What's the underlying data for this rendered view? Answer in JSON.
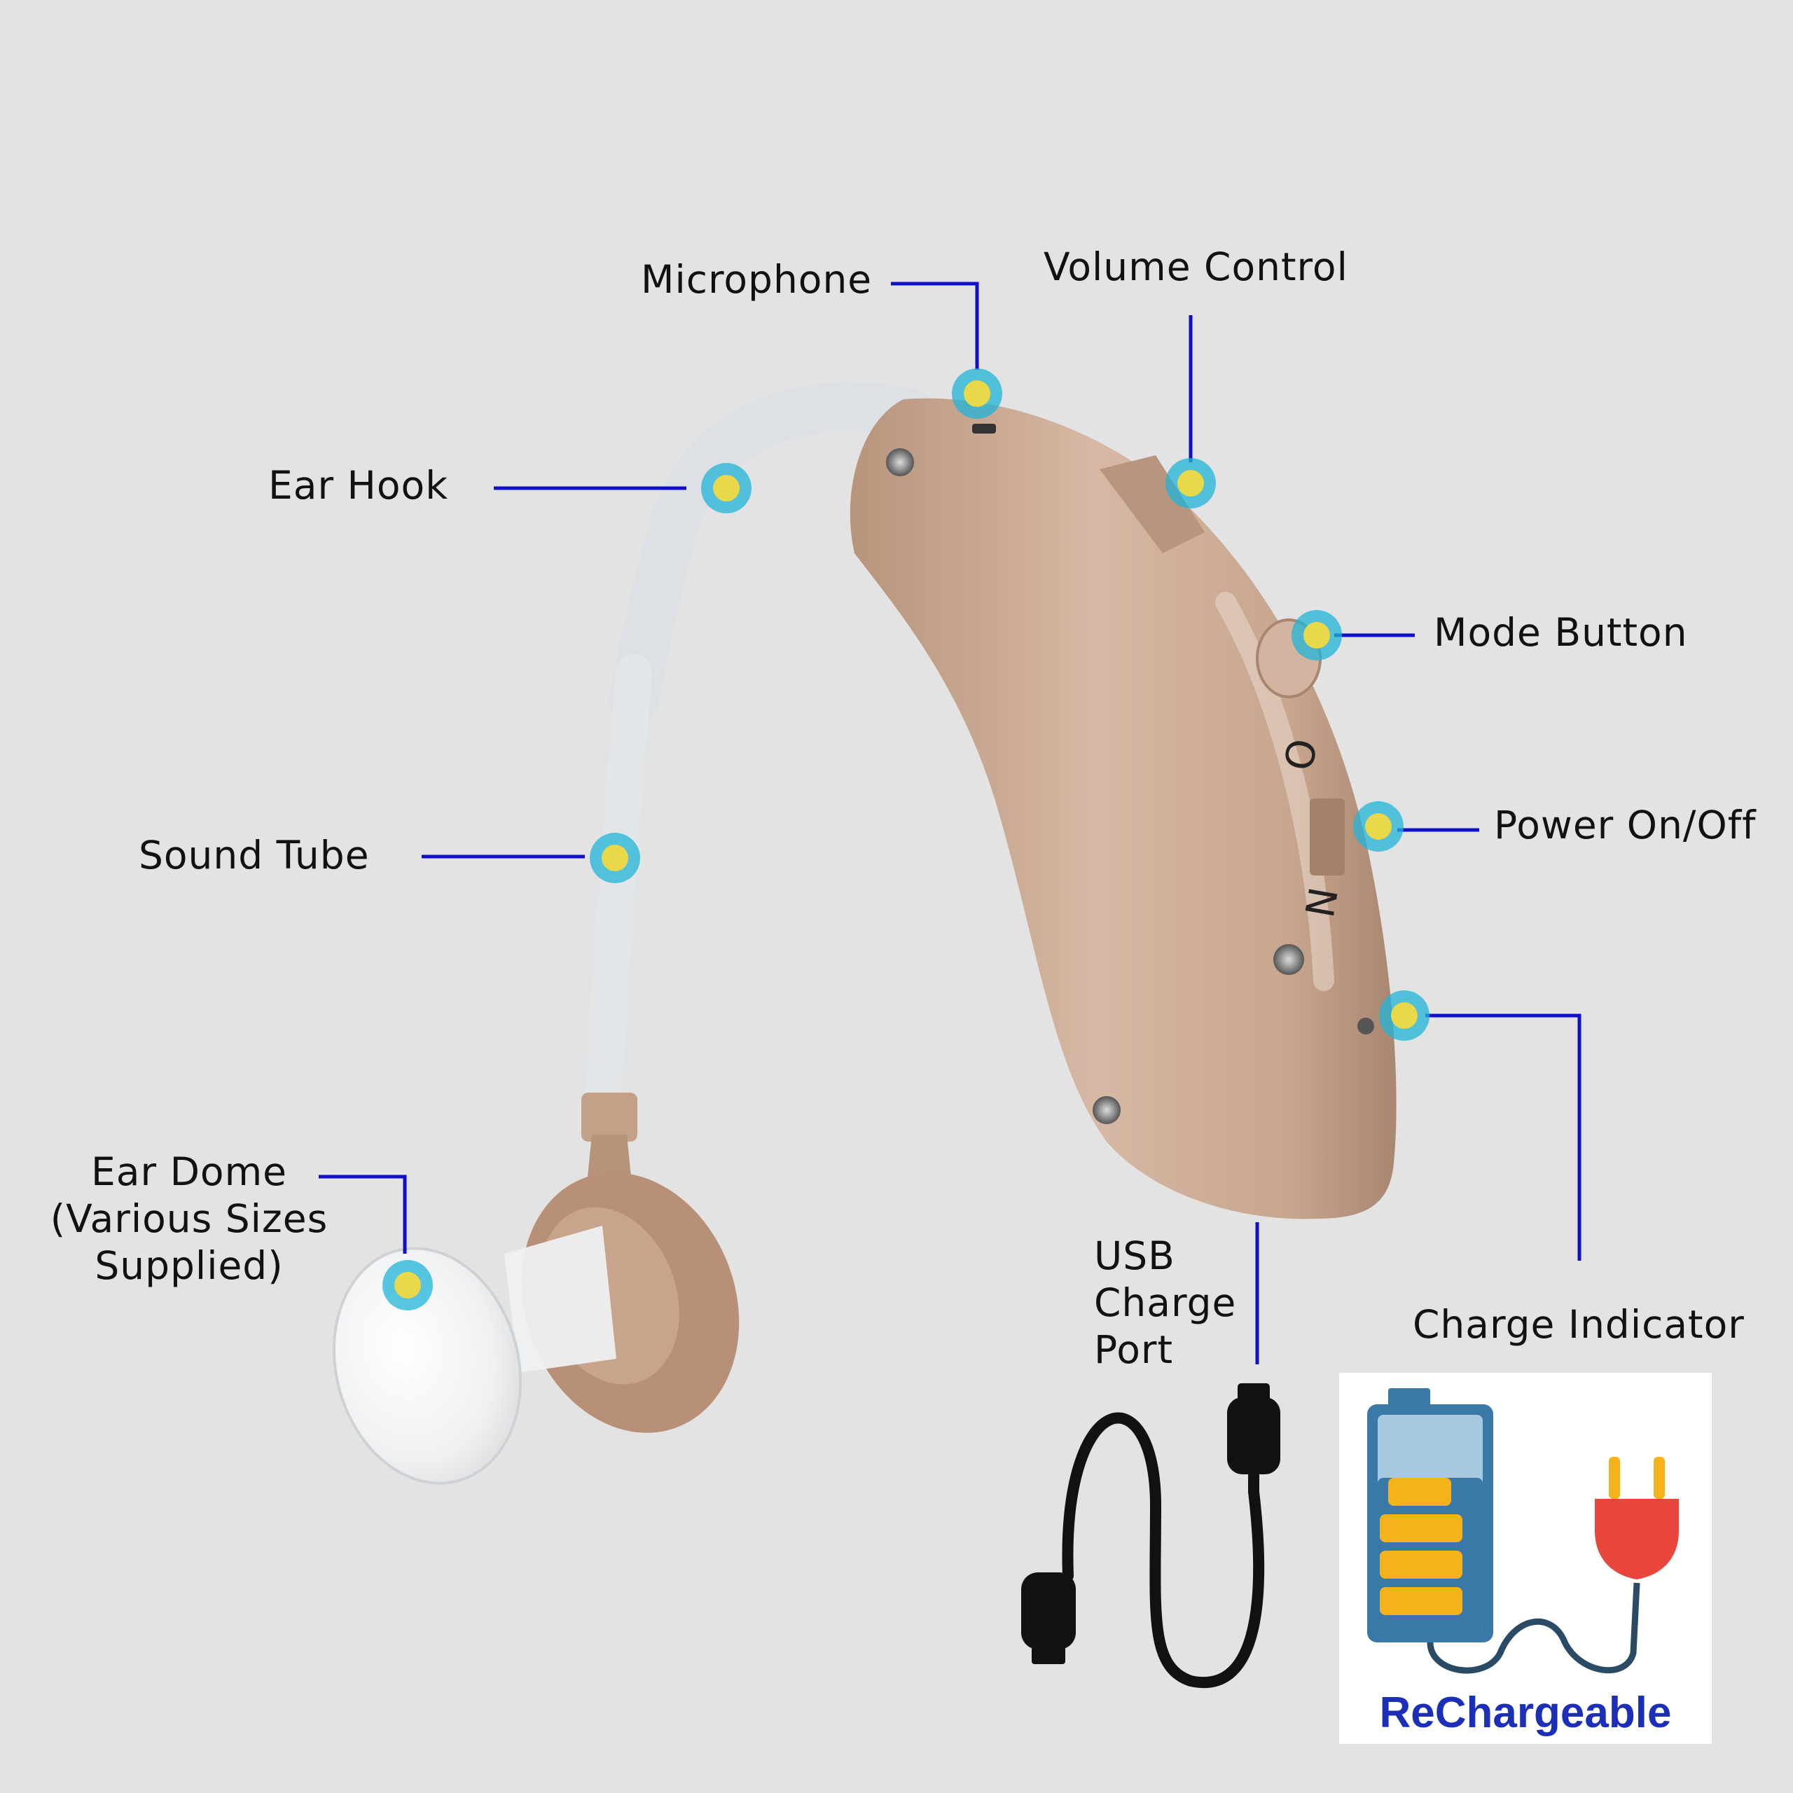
{
  "labels": {
    "microphone": "Microphone",
    "volume_control": "Volume Control",
    "ear_hook": "Ear Hook",
    "mode_button": "Mode Button",
    "power": "Power On/Off",
    "sound_tube": "Sound Tube",
    "ear_dome": "Ear Dome\n(Various Sizes\nSupplied)",
    "usb_port": "USB\nCharge\nPort",
    "charge_indicator": "Charge Indicator"
  },
  "device_marks": {
    "o": "O",
    "n": "N"
  },
  "badge": {
    "text": "ReChargeable"
  },
  "colors": {
    "background": "#e3e3e3",
    "leader_line": "#1010c8",
    "marker_ring": "#20b4d8",
    "marker_dot": "#e8d84a",
    "body": "#c9a892",
    "battery": "#3a78a8",
    "battery_cells": "#f5b21b",
    "plug": "#e8453c",
    "plug_prongs": "#f5b21b",
    "badge_text": "#1b2fb8"
  }
}
